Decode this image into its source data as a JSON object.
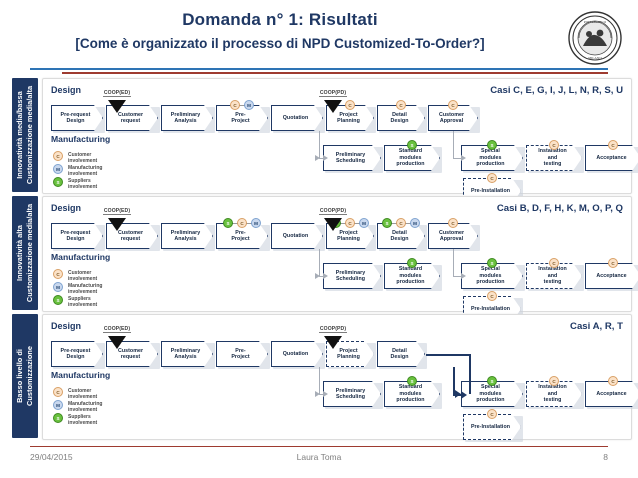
{
  "slide": {
    "title": "Domanda n° 1: Risultati",
    "subtitle": "[Come è organizzato il processo di NPD Customized-To-Order?]",
    "logo_alt": "politecnico-di-milano-seal"
  },
  "footer": {
    "date": "29/04/2015",
    "author": "Laura Toma",
    "page": "8"
  },
  "legend": {
    "items": [
      {
        "code": "C",
        "label": "Customer involvement",
        "color": "#FBE2C8"
      },
      {
        "code": "M",
        "label": "Manufacturing involvement",
        "color": "#C9D8EE"
      },
      {
        "code": "S",
        "label": "Suppliers involvement",
        "color": "#69C13E"
      }
    ]
  },
  "labels": {
    "design": "Design",
    "manufacturing": "Manufacturing",
    "coop_ed": "COOP(ED)",
    "coop_pd": "COOP(PD)"
  },
  "rows": [
    {
      "side_label_line1": "Innovatività media/bassa",
      "side_label_line2": "Customizzazione media/alta",
      "cases": "Casi C, E, G, I, J, L, N, R, S, U",
      "design_steps": [
        {
          "name": "Pre-request Design",
          "badges": [],
          "dashed": false
        },
        {
          "name": "Customer request",
          "badges": [],
          "dashed": false
        },
        {
          "name": "Preliminary Analysis",
          "badges": [],
          "dashed": false
        },
        {
          "name": "Pre- Project",
          "badges": [
            "C",
            "M"
          ],
          "dashed": false
        },
        {
          "name": "Quotation",
          "badges": [],
          "dashed": false
        },
        {
          "name": "Project Planning",
          "badges": [
            "C"
          ],
          "dashed": false
        },
        {
          "name": "Detail Design",
          "badges": [
            "C"
          ],
          "dashed": false
        },
        {
          "name": "Customer Approval",
          "badges": [
            "C"
          ],
          "dashed": false
        }
      ],
      "manufacturing_steps": [
        {
          "name": "Preliminary Scheduling",
          "badges": [],
          "dashed": false
        },
        {
          "name": "Standard modules production",
          "badges": [
            "S"
          ],
          "dashed": false
        },
        {
          "name": "Special modules production",
          "badges": [
            "S"
          ],
          "dashed": false
        },
        {
          "name": "Installation and testing",
          "badges": [
            "C"
          ],
          "dashed": true
        },
        {
          "name": "Acceptance",
          "badges": [
            "C"
          ],
          "dashed": false
        }
      ],
      "pre_installation": {
        "name": "Pre-Installation",
        "badges": [
          "C"
        ],
        "dashed": true
      }
    },
    {
      "side_label_line1": "Innovatività alta",
      "side_label_line2": "Customizzazione media/alta",
      "cases": "Casi B, D, F, H, K, M, O, P, Q",
      "design_steps": [
        {
          "name": "Pre-request Design",
          "badges": [],
          "dashed": false
        },
        {
          "name": "Customer request",
          "badges": [],
          "dashed": false
        },
        {
          "name": "Preliminary Analysis",
          "badges": [],
          "dashed": false
        },
        {
          "name": "Pre- Project",
          "badges": [
            "S",
            "C",
            "M"
          ],
          "dashed": false
        },
        {
          "name": "Quotation",
          "badges": [],
          "dashed": false
        },
        {
          "name": "Project Planning",
          "badges": [
            "S",
            "C",
            "M"
          ],
          "dashed": false
        },
        {
          "name": "Detail Design",
          "badges": [
            "S",
            "C",
            "M"
          ],
          "dashed": false
        },
        {
          "name": "Customer Approval",
          "badges": [
            "C"
          ],
          "dashed": false
        }
      ],
      "manufacturing_steps": [
        {
          "name": "Preliminary Scheduling",
          "badges": [],
          "dashed": false
        },
        {
          "name": "Standard modules production",
          "badges": [
            "S"
          ],
          "dashed": false
        },
        {
          "name": "Special modules production",
          "badges": [
            "S"
          ],
          "dashed": false
        },
        {
          "name": "Installation and testing",
          "badges": [
            "C"
          ],
          "dashed": true
        },
        {
          "name": "Acceptance",
          "badges": [
            "C"
          ],
          "dashed": false
        }
      ],
      "pre_installation": {
        "name": "Pre-Installation",
        "badges": [
          "C"
        ],
        "dashed": true
      }
    },
    {
      "side_label_line1": "Basso livello di",
      "side_label_line2": "Customizzazione",
      "cases": "Casi A, R, T",
      "design_steps": [
        {
          "name": "Pre-request Design",
          "badges": [],
          "dashed": false
        },
        {
          "name": "Customer request",
          "badges": [],
          "dashed": false
        },
        {
          "name": "Preliminary Analysis",
          "badges": [],
          "dashed": false
        },
        {
          "name": "Pre- Project",
          "badges": [],
          "dashed": false
        },
        {
          "name": "Quotation",
          "badges": [],
          "dashed": false
        },
        {
          "name": "Project Planning",
          "badges": [],
          "dashed": true
        },
        {
          "name": "Detail Design",
          "badges": [],
          "dashed": false
        }
      ],
      "manufacturing_steps": [
        {
          "name": "Preliminary Scheduling",
          "badges": [],
          "dashed": false
        },
        {
          "name": "Standard modules production",
          "badges": [
            "S"
          ],
          "dashed": false
        },
        {
          "name": "Special modules production",
          "badges": [
            "S"
          ],
          "dashed": false
        },
        {
          "name": "Installation and testing",
          "badges": [
            "C"
          ],
          "dashed": true
        },
        {
          "name": "Acceptance",
          "badges": [
            "C"
          ],
          "dashed": false
        }
      ],
      "pre_installation": {
        "name": "Pre-Installation",
        "badges": [
          "C"
        ],
        "dashed": true
      }
    }
  ]
}
